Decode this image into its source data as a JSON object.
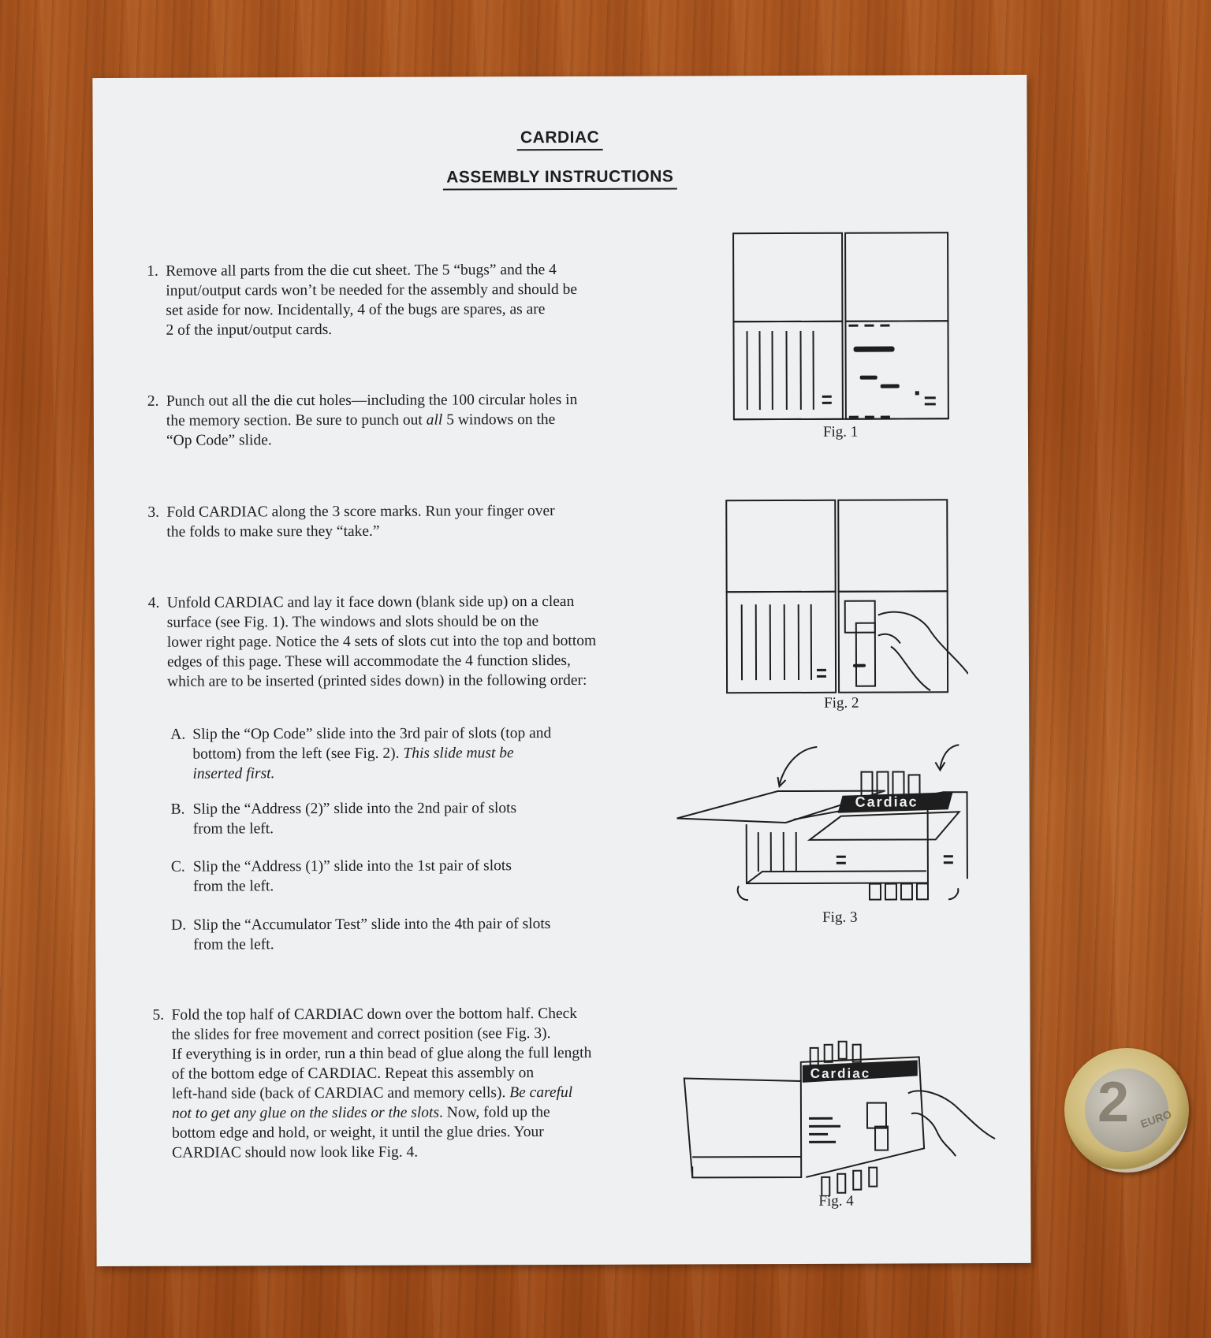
{
  "title": "CARDIAC",
  "subtitle": "ASSEMBLY INSTRUCTIONS",
  "steps": {
    "s1": {
      "num": "1.",
      "l1": "Remove all parts from the die cut sheet. The 5 “bugs” and the 4",
      "l2": "input/output cards won’t be needed for the assembly and should be",
      "l3": "set aside for now. Incidentally, 4 of the bugs are spares, as are",
      "l4": "2 of the input/output cards."
    },
    "s2": {
      "num": "2.",
      "l1": "Punch out all the die cut holes—including the 100 circular holes in",
      "l2a": "the memory section. Be sure to punch out ",
      "l2b": "all",
      "l2c": " 5 windows on the",
      "l3": "“Op Code” slide."
    },
    "s3": {
      "num": "3.",
      "l1": "Fold CARDIAC along the 3 score marks. Run your finger over",
      "l2": "the folds to make sure they “take.”"
    },
    "s4": {
      "num": "4.",
      "l1": "Unfold CARDIAC and lay it face down (blank side up) on a clean",
      "l2": "surface (see Fig. 1). The windows and slots should be on the",
      "l3": "lower right page. Notice the 4 sets of slots cut into the top and bottom",
      "l4": "edges of this page. These will accommodate the 4 function slides,",
      "l5": "which are to be inserted (printed sides down) in the following order:"
    },
    "sA": {
      "num": "A.",
      "l1": "Slip the “Op Code” slide into the 3rd pair of slots (top and",
      "l2a": "bottom) from the left (see Fig. 2). ",
      "l2b": "This slide must be",
      "l3": "inserted first."
    },
    "sB": {
      "num": "B.",
      "l1": "Slip the “Address (2)” slide into the 2nd pair of slots",
      "l2": "from the left."
    },
    "sC": {
      "num": "C.",
      "l1": "Slip the “Address (1)” slide into the 1st pair of slots",
      "l2": "from the left."
    },
    "sD": {
      "num": "D.",
      "l1": "Slip the “Accumulator Test” slide into the 4th pair of slots",
      "l2": "from the left."
    },
    "s5": {
      "num": "5.",
      "l1": "Fold the top half of CARDIAC down over the bottom half. Check",
      "l2": "the slides for free movement and correct position (see Fig. 3).",
      "l3": "If everything is in order, run a thin bead of glue along the full length",
      "l4": "of the bottom edge of CARDIAC. Repeat this assembly on",
      "l5a": "left-hand side (back of CARDIAC and memory cells). ",
      "l5b": "Be careful",
      "l6a": "not to get any glue on the slides or the slots",
      "l6b": ". Now, fold up the",
      "l7": "bottom edge and hold, or weight, it until the glue dries. Your",
      "l8": "CARDIAC should now look like Fig. 4."
    }
  },
  "figures": {
    "fig1": "Fig. 1",
    "fig2": "Fig. 2",
    "fig3": "Fig. 3",
    "fig4": "Fig. 4",
    "logo3": "Cardiac",
    "logo4": "Cardiac"
  },
  "coin": {
    "denomination": "2",
    "currency": "EURO"
  },
  "colors": {
    "wood": "#a4501c",
    "paper": "#eef0f2",
    "ink": "#1e1e1e"
  }
}
